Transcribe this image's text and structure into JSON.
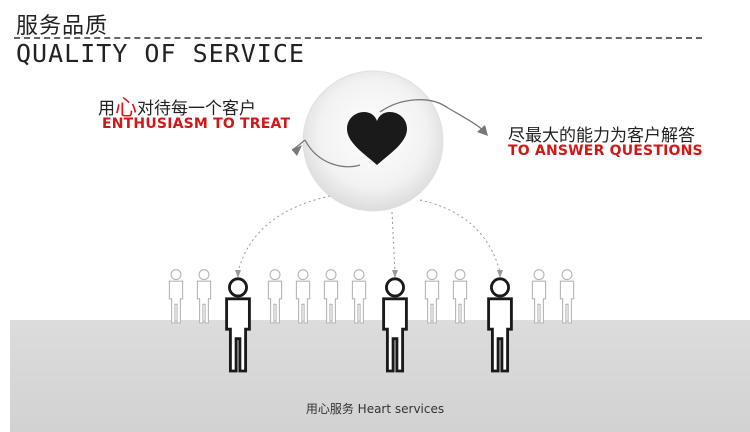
{
  "header": {
    "title_zh": "服务品质",
    "title_en": "QUALITY OF SERVICE"
  },
  "left_label": {
    "zh_prefix": "用",
    "zh_highlight": "心",
    "zh_suffix": "对待每一个客户",
    "en": "ENTHUSIASM TO TREAT"
  },
  "right_label": {
    "zh": "尽最大的能力为客户解答",
    "en": "TO ANSWER QUESTIONS"
  },
  "footer": {
    "text": "用心服务 Heart services"
  },
  "colors": {
    "accent_red": "#d21717",
    "heart": "#1a1a1a",
    "floor": "#d8d8d8",
    "text": "#222222"
  },
  "icons": [
    "heart-icon",
    "person-icon",
    "curved-arrow-icon"
  ]
}
